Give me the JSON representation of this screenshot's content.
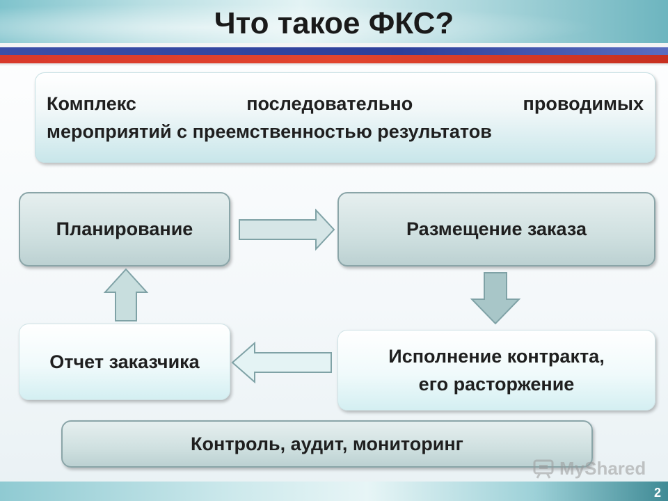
{
  "title": "Что такое ФКС?",
  "definition": {
    "line1": "Комплекс последовательно проводимых",
    "line2": "мероприятий с преемственностью результатов"
  },
  "cycle": {
    "planning": "Планирование",
    "placement": "Размещение заказа",
    "execution_line1": "Исполнение контракта,",
    "execution_line2": "его расторжение",
    "report": "Отчет заказчика"
  },
  "control": "Контроль, аудит, мониторинг",
  "page_number": "2",
  "watermark": "MyShared",
  "colors": {
    "accent_blue": "#2d3f9a",
    "accent_red": "#e2452e",
    "box_gray": "#cfe0e0",
    "box_light": "#e8f6f7"
  }
}
